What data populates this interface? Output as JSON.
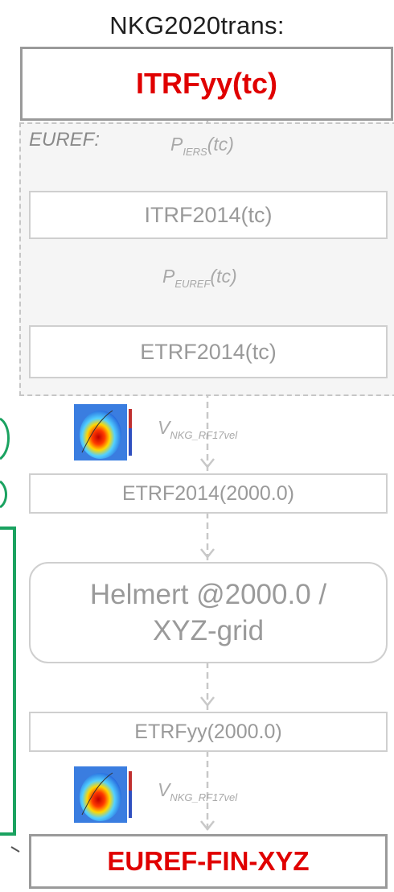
{
  "title": "NKG2020trans:",
  "euref_label": "EUREF:",
  "boxes": {
    "source": "ITRFyy(tc)",
    "itrf2014": "ITRF2014(tc)",
    "etrf2014_tc": "ETRF2014(tc)",
    "etrf2014_2000": "ETRF2014(2000.0)",
    "helmert_line1": "Helmert @2000.0 /",
    "helmert_line2": "XYZ-grid",
    "etrfyy_2000": "ETRFyy(2000.0)",
    "target": "EUREF-FIN-XYZ"
  },
  "params": {
    "p_iers": {
      "base": "P",
      "sub": "IERS",
      "suffix": "(tc)"
    },
    "p_euref": {
      "base": "P",
      "sub": "EUREF",
      "suffix": "(tc)"
    },
    "v_nkg_1": {
      "base": "V",
      "sub": "NKG_RF17vel"
    },
    "v_nkg_2": {
      "base": "V",
      "sub": "NKG_RF17vel"
    }
  },
  "colors": {
    "accent_red": "#e00000",
    "bracket_green": "#1aa260",
    "faint_gray": "#9a9a9a"
  }
}
